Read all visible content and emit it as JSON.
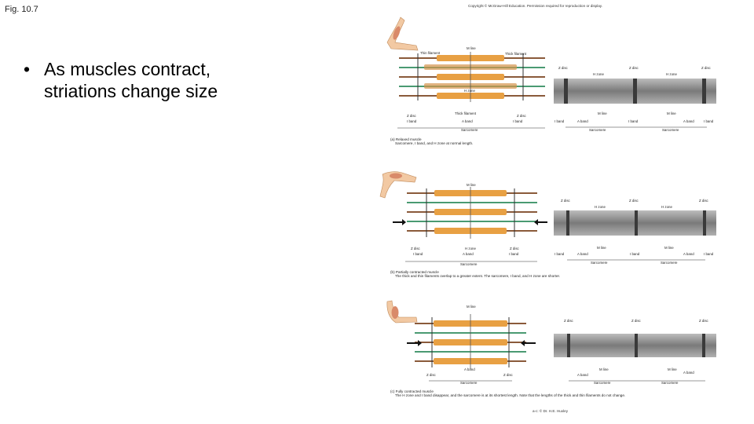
{
  "header": {
    "fig_label": "Fig. 10.7",
    "copyright": "Copyright © McGraw-Hill Education. Permission required for reproduction or display."
  },
  "bullet": {
    "text": "As muscles contract, striations change size"
  },
  "labels": {
    "z_disc": "Z disc",
    "i_band": "I band",
    "a_band": "A band",
    "h_zone": "H zone",
    "m_line": "M line",
    "sarcomere": "Sarcomere",
    "thick_filament": "Thick filament",
    "thin_filament": "Thin filament"
  },
  "captions": {
    "a_title": "(a) Relaxed muscle",
    "a_body": "Sarcomere, I band, and H zone at normal length.",
    "b_title": "(b) Partially contracted muscle",
    "b_body": "The thick and thin filaments overlap to a greater extent. The sarcomere, I band, and H zone are shorter.",
    "c_title": "(c) Fully contracted muscle",
    "c_body": "The H zone and I band disappear, and the sarcomere is at its shortest length. Note that the lengths of the thick and thin filaments do not change."
  },
  "credit": "a-c: © Dr. H.E. Huxley"
}
